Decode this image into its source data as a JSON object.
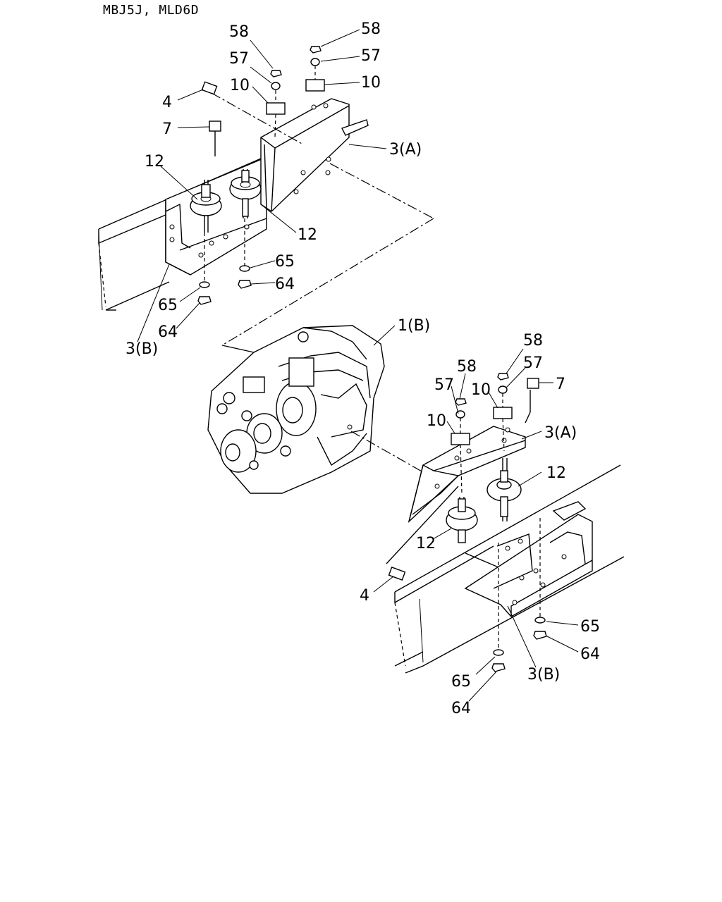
{
  "header": {
    "model_codes": "MBJ5J, MLD6D"
  },
  "callouts": {
    "upper": {
      "c58a": "58",
      "c58b": "58",
      "c57a": "57",
      "c57b": "57",
      "c10a": "10",
      "c10b": "10",
      "c4": "4",
      "c7": "7",
      "c3a": "3(A)",
      "c12a": "12",
      "c12b": "12",
      "c65a": "65",
      "c64a": "64",
      "c65b": "65",
      "c64b": "64",
      "c3b": "3(B)"
    },
    "center": {
      "c1b": "1(B)"
    },
    "lower": {
      "c58a": "58",
      "c58b": "58",
      "c57a": "57",
      "c57b": "57",
      "c10a": "10",
      "c10b": "10",
      "c7": "7",
      "c3a": "3(A)",
      "c12a": "12",
      "c12b": "12",
      "c4": "4",
      "c65a": "65",
      "c64a": "64",
      "c65b": "65",
      "c64b": "64",
      "c3b": "3(B)"
    }
  }
}
